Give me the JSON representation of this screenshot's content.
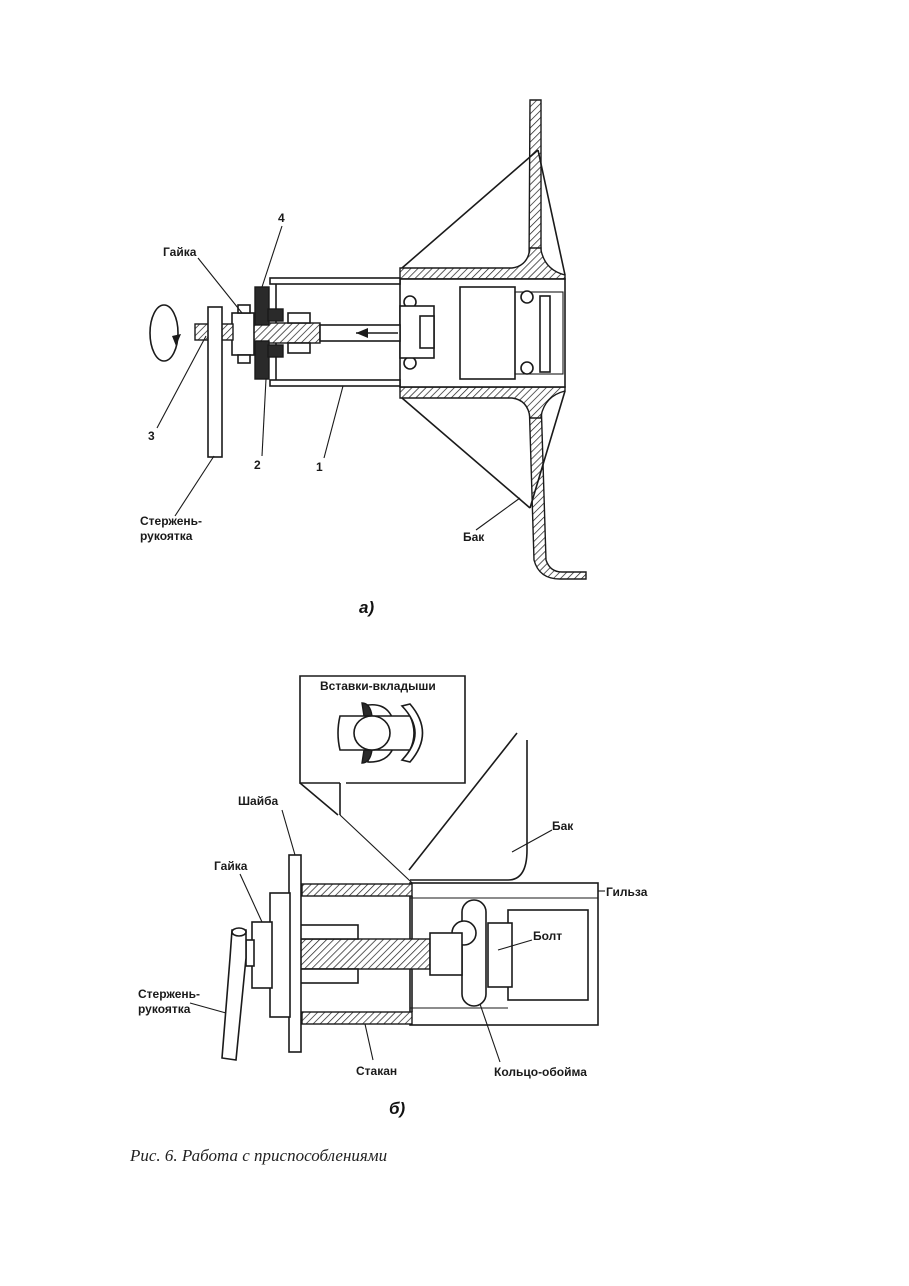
{
  "diagram_a": {
    "labels": {
      "nut": "Гайка",
      "n4": "4",
      "n3": "3",
      "n2": "2",
      "n1": "1",
      "rod": [
        "Стержень-",
        "рукоятка"
      ],
      "tank": "Бак"
    },
    "sub_label": "а)"
  },
  "diagram_b": {
    "labels": {
      "inserts": "Вставки-вкладыши",
      "washer": "Шайба",
      "nut": "Гайка",
      "rod": [
        "Стержень-",
        "рукоятка"
      ],
      "tank": "Бак",
      "sleeve": "Гильза",
      "bolt": "Болт",
      "cup": "Стакан",
      "ring": "Кольцо-обойма"
    },
    "sub_label": "б)"
  },
  "caption": "Рис. 6. Работа с приспособлениями"
}
